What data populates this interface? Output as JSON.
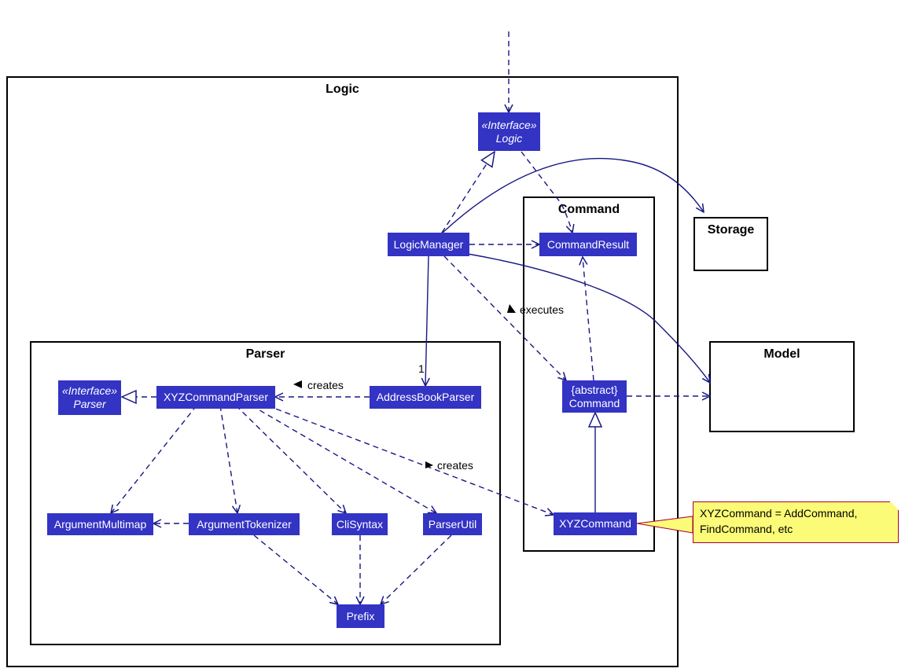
{
  "packages": {
    "logic": "Logic",
    "command": "Command",
    "parser": "Parser",
    "storage": "Storage",
    "model": "Model"
  },
  "classes": {
    "logic_interface": {
      "stereotype": "«Interface»",
      "name": "Logic"
    },
    "logic_manager": "LogicManager",
    "command_result": "CommandResult",
    "abstract_command": {
      "stereotype": "{abstract}",
      "name": "Command"
    },
    "xyz_command": "XYZCommand",
    "address_book_parser": "AddressBookParser",
    "xyz_command_parser": "XYZCommandParser",
    "parser_interface": {
      "stereotype": "«Interface»",
      "name": "Parser"
    },
    "argument_multimap": "ArgumentMultimap",
    "argument_tokenizer": "ArgumentTokenizer",
    "cli_syntax": "CliSyntax",
    "parser_util": "ParserUtil",
    "prefix": "Prefix"
  },
  "edge_labels": {
    "executes": "executes",
    "creates_parser": "creates",
    "creates_command": "creates",
    "multiplicity": "1"
  },
  "note": {
    "line1": "XYZCommand = AddCommand,",
    "line2": "FindCommand, etc"
  },
  "colors": {
    "class_fill": "#3333c4",
    "edge": "#181884",
    "note_fill": "#fbfb77",
    "note_border": "#a80036"
  }
}
